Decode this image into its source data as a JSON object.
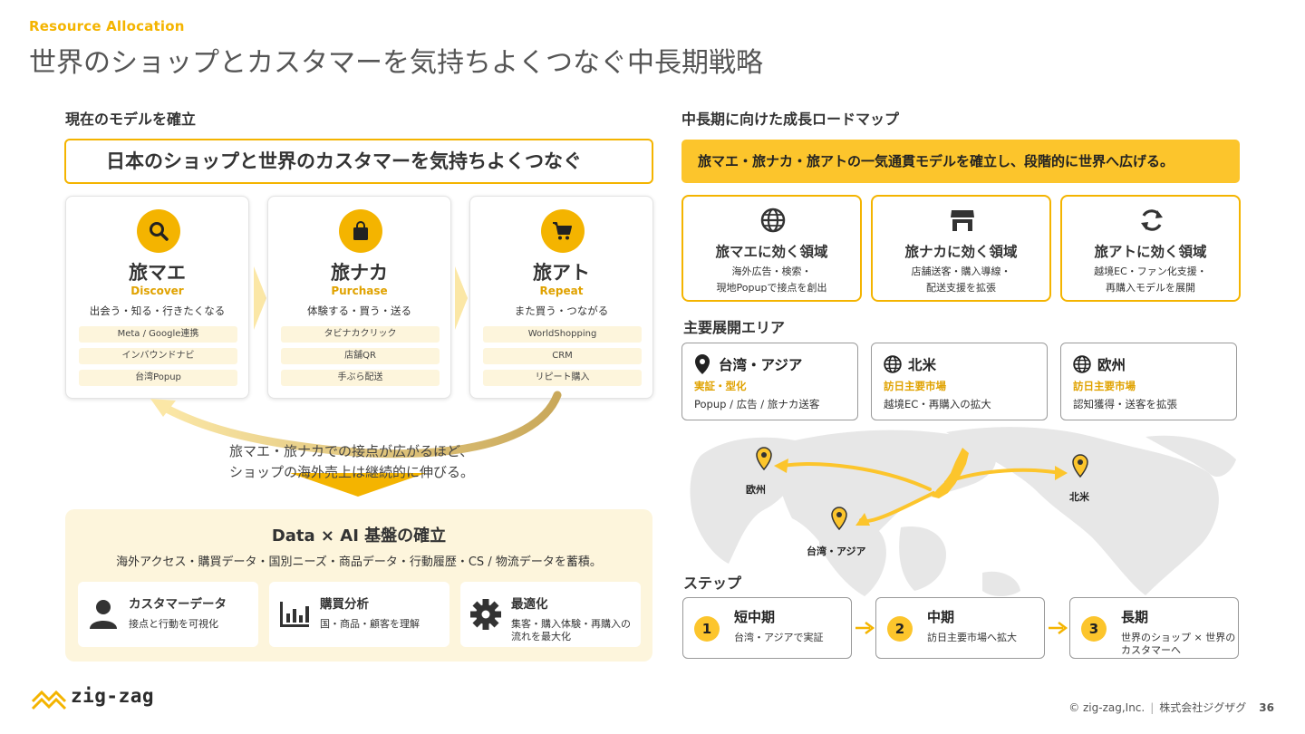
{
  "header": {
    "eyebrow": "Resource Allocation",
    "title": "世界のショップとカスタマーを気持ちよくつなぐ中長期戦略"
  },
  "left": {
    "heading": "現在のモデルを確立",
    "mission": "日本のショップと世界のカスタマーを気持ちよくつなぐ",
    "cards": [
      {
        "name": "旅マエ",
        "sub": "Discover",
        "desc": "出会う・知る・行きたくなる",
        "items": [
          "Meta / Google連携",
          "インバウンドナビ",
          "台湾Popup"
        ],
        "icon": "search-icon"
      },
      {
        "name": "旅ナカ",
        "sub": "Purchase",
        "desc": "体験する・買う・送る",
        "items": [
          "タビナカクリック",
          "店舗QR",
          "手ぶら配送"
        ],
        "icon": "shopping-bag-icon"
      },
      {
        "name": "旅アト",
        "sub": "Repeat",
        "desc": "また買う・つながる",
        "items": [
          "WorldShopping",
          "CRM",
          "リピート購入"
        ],
        "icon": "cart-icon"
      }
    ],
    "loop_caption": [
      "旅マエ・旅ナカでの接点が広がるほど、",
      "ショップの海外売上は継続的に伸びる。"
    ],
    "data": {
      "title": "Data × AI 基盤の確立",
      "desc": "海外アクセス・購買データ・国別ニーズ・商品データ・行動履歴・CS / 物流データを蓄積。",
      "cards": [
        {
          "title": "カスタマーデータ",
          "desc": "接点と行動を可視化",
          "icon": "person-icon"
        },
        {
          "title": "購買分析",
          "desc": "国・商品・顧客を理解",
          "icon": "bar-chart-icon"
        },
        {
          "title": "最適化",
          "desc": "集客・購入体験・再購入の流れを最大化",
          "icon": "gear-icon"
        }
      ]
    }
  },
  "right": {
    "heading": "中長期に向けた成長ロードマップ",
    "banner": "旅マエ・旅ナカ・旅アトの一気通貫モデルを確立し、段階的に世界へ広げる。",
    "focus": [
      {
        "title": "旅マエに効く領域",
        "lines": [
          "海外広告・検索・",
          "現地Popupで接点を創出"
        ],
        "icon": "globe-icon"
      },
      {
        "title": "旅ナカに効く領域",
        "lines": [
          "店舗送客・購入導線・",
          "配送支援を拡張"
        ],
        "icon": "store-icon"
      },
      {
        "title": "旅アトに効く領域",
        "lines": [
          "越境EC・ファン化支援・",
          "再購入モデルを展開"
        ],
        "icon": "refresh-icon"
      }
    ],
    "regions_heading": "主要展開エリア",
    "regions": [
      {
        "name": "台湾・アジア",
        "tag": "実証・型化",
        "desc": "Popup / 広告 / 旅ナカ送客",
        "icon": "location-pin-icon"
      },
      {
        "name": "北米",
        "tag": "訪日主要市場",
        "desc": "越境EC・再購入の拡大",
        "icon": "globe-icon"
      },
      {
        "name": "欧州",
        "tag": "訪日主要市場",
        "desc": "認知獲得・送客を拡張",
        "icon": "globe-icon"
      }
    ],
    "map_labels": {
      "europe": "欧州",
      "north_america": "北米",
      "asia": "台湾・アジア"
    },
    "steps_heading": "ステップ",
    "steps": [
      {
        "num": "1",
        "title": "短中期",
        "desc": "台湾・アジアで実証"
      },
      {
        "num": "2",
        "title": "中期",
        "desc": "訪日主要市場へ拡大"
      },
      {
        "num": "3",
        "title": "長期",
        "desc": "世界のショップ × 世界のカスタマーへ"
      }
    ]
  },
  "footer": {
    "copyright": "© zig-zag,Inc.",
    "company": "株式会社ジグザグ",
    "page": "36",
    "logo_text": "zig-zag"
  },
  "colors": {
    "accent": "#f4b400",
    "accent_light": "#fdf5dc",
    "banner": "#fcc52c",
    "text": "#333333"
  }
}
